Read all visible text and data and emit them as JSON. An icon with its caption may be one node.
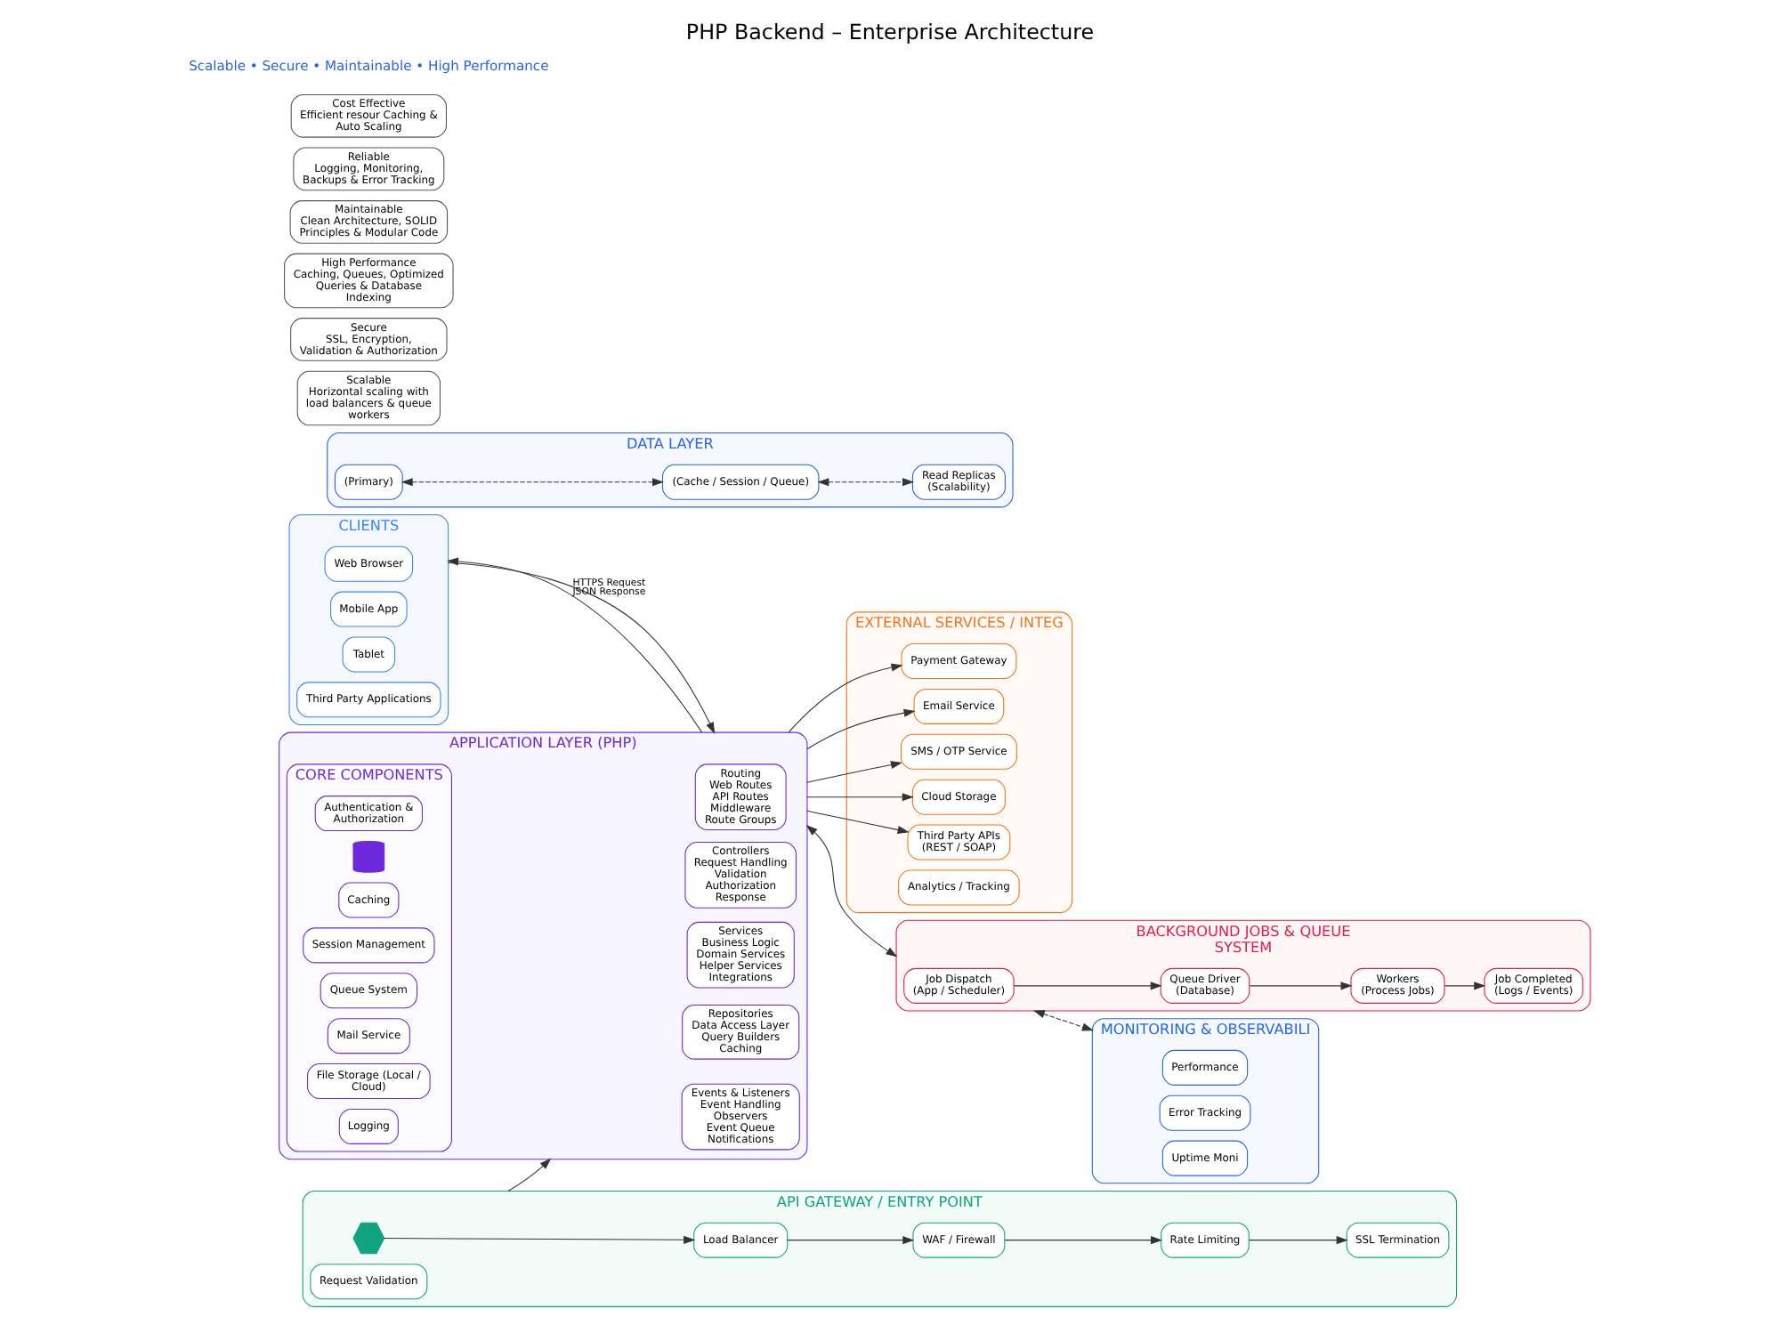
{
  "diagram": {
    "title": "PHP Backend – Enterprise Architecture",
    "nodes": [
      {
        "text": [
          "CLIENTS"
        ]
      },
      {
        "text": [
          "Web Browser"
        ],
        "in": 0
      },
      {
        "text": [
          "Mobile App"
        ],
        "in": 0
      },
      {
        "text": [
          "Tablet"
        ],
        "in": 0
      },
      {
        "text": [
          "Third Party Applications"
        ],
        "in": 0
      },
      {
        "text": [
          "API GATEWAY / ENTRY POINT"
        ]
      },
      {
        "text": [],
        "shape": "hexagon",
        "in": 5
      },
      {
        "text": [
          "Load Balancer"
        ],
        "in": 5
      },
      {
        "text": [
          "WAF / Firewall"
        ],
        "in": 5
      },
      {
        "text": [
          "Rate Limiting"
        ],
        "in": 5
      },
      {
        "text": [
          "SSL Termination"
        ],
        "in": 5
      },
      {
        "text": [
          "Request Validation"
        ],
        "in": 5
      },
      {
        "text": [
          "APPLICATION LAYER (PHP)"
        ]
      },
      {
        "text": [
          "Routing",
          "Web Routes",
          "API Routes",
          "Middleware",
          "Route Groups"
        ],
        "in": 12
      },
      {
        "text": [
          "Controllers",
          "Request Handling",
          "Validation",
          "Authorization",
          "Response"
        ],
        "in": 12
      },
      {
        "text": [
          "Services",
          "Business Logic",
          "Domain Services",
          "Helper Services",
          "Integrations"
        ],
        "in": 12
      },
      {
        "text": [
          "Repositories",
          "Data Access Layer",
          "Query Builders",
          "Caching"
        ],
        "in": 12
      },
      {
        "text": [
          "Events & Listeners",
          "Event Handling",
          "Observers",
          "Event Queue",
          "Notifications"
        ],
        "in": 12
      },
      {
        "text": [
          "CORE COMPONENTS"
        ],
        "in": 12
      },
      {
        "text": [
          "Authentication & Authorization"
        ],
        "in": 18
      },
      {
        "text": [],
        "shape": "cylinder",
        "in": 18
      },
      {
        "text": [
          "Caching"
        ],
        "in": 18
      },
      {
        "text": [
          "Session Management"
        ],
        "in": 18
      },
      {
        "text": [
          "Queue System"
        ],
        "in": 18
      },
      {
        "text": [
          "Mail Service"
        ],
        "in": 18
      },
      {
        "text": [
          "File Storage (Local / Cloud)"
        ],
        "in": 18
      },
      {
        "text": [
          "Logging"
        ],
        "in": 18
      },
      {
        "text": [
          "EXTERNAL SERVICES / INTEG"
        ]
      },
      {
        "text": [
          "Payment Gateway"
        ],
        "in": 27
      },
      {
        "text": [
          "Email Service"
        ],
        "in": 27
      },
      {
        "text": [
          "SMS / OTP Service"
        ],
        "in": 27
      },
      {
        "text": [
          "Cloud Storage"
        ],
        "in": 27
      },
      {
        "text": [
          "Third Party APIs",
          "(REST / SOAP)"
        ],
        "in": 27
      },
      {
        "text": [
          "Analytics / Tracking"
        ],
        "in": 27
      },
      {
        "text": [
          "BACKGROUND JOBS & QUEUE SYSTEM"
        ]
      },
      {
        "text": [
          "Job Dispatch",
          "(App / Scheduler)"
        ],
        "in": 34
      },
      {
        "text": [
          "Queue Driver",
          "(Database)"
        ],
        "in": 34
      },
      {
        "text": [
          "Workers",
          "(Process Jobs)"
        ],
        "in": 34
      },
      {
        "text": [
          "Job Completed",
          "(Logs / Events)"
        ],
        "in": 34
      },
      {
        "text": [
          "DATA LAYER"
        ]
      },
      {
        "text": [
          "(Primary)"
        ],
        "in": 39
      },
      {
        "text": [
          "(Cache / Session / Queue)"
        ],
        "in": 39
      },
      {
        "text": [
          "Read Replicas",
          "(Scalability)"
        ],
        "in": 39
      },
      {
        "text": [
          "MONITORING & OBSERVABILI"
        ]
      },
      {
        "text": [
          "Performance"
        ],
        "in": 43
      },
      {
        "text": [
          "Error Tracking"
        ],
        "in": 43
      },
      {
        "text": [
          "Uptime Moni"
        ],
        "in": 43
      },
      {
        "text": [
          "Scalable",
          "Horizontal scaling with load balancers & queue workers"
        ]
      },
      {
        "text": [
          "Secure",
          "SSL, Encryption, Validation & Authorization"
        ]
      },
      {
        "text": [
          "High Performance",
          "Caching, Queues, Optimized Queries & Database Indexing"
        ]
      },
      {
        "text": [
          "Maintainable",
          "Clean Architecture, SOLID Principles & Modular Code"
        ]
      },
      {
        "text": [
          "Reliable",
          "Logging, Monitoring, Backups & Error Tracking"
        ]
      },
      {
        "text": [
          "Cost Effective",
          "Efficient resour Caching & Auto Scaling"
        ]
      }
    ],
    "edges": [
      {
        "from": 0,
        "to": 12,
        "arrow": "to",
        "label": "HTTPS Request"
      },
      {
        "from": 12,
        "to": 0,
        "arrow": "to",
        "label": "JSON Response"
      },
      {
        "from": 6,
        "to": 7,
        "arrow": "to"
      },
      {
        "from": 7,
        "to": 8,
        "arrow": "to"
      },
      {
        "from": 8,
        "to": 9,
        "arrow": "to"
      },
      {
        "from": 9,
        "to": 10,
        "arrow": "to"
      },
      {
        "from": 5,
        "to": 12,
        "arrow": "to"
      },
      {
        "from": 12,
        "to": 28,
        "arrow": "to"
      },
      {
        "from": 12,
        "to": 29,
        "arrow": "to"
      },
      {
        "from": 12,
        "to": 30,
        "arrow": "to"
      },
      {
        "from": 12,
        "to": 31,
        "arrow": "to"
      },
      {
        "from": 12,
        "to": 32,
        "arrow": "to"
      },
      {
        "from": 12,
        "to": 34,
        "arrow": "both"
      },
      {
        "from": 35,
        "to": 36,
        "arrow": "to"
      },
      {
        "from": 36,
        "to": 37,
        "arrow": "to"
      },
      {
        "from": 37,
        "to": 38,
        "arrow": "to"
      },
      {
        "from": 34,
        "to": 43,
        "arrow": "both",
        "style": "dashed"
      },
      {
        "from": 40,
        "to": 41,
        "arrow": "both",
        "style": "dashed"
      },
      {
        "from": 41,
        "to": 42,
        "arrow": "both",
        "style": "dashed"
      }
    ],
    "labels": [
      "Scalable • Secure • Maintainable • High Performance"
    ]
  }
}
